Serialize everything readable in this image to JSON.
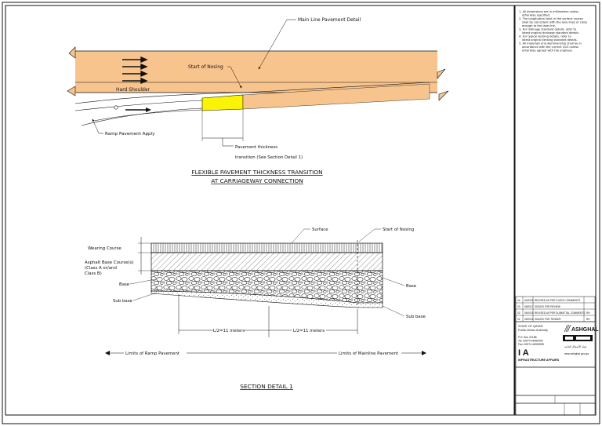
{
  "plan_view": {
    "title_line1": "FLEXIBLE PAVEMENT THICKNESS TRANSITION",
    "title_line2": "AT CARRIAGEWAY CONNECTION",
    "callouts": {
      "main_line": "Main Line Pavement Detail",
      "start_nosing": "Start of Nosing",
      "hard_shoulder": "Hard Shoulder",
      "ramp_apply": "Ramp Pavement Apply",
      "thickness_line1": "Pavement thickness",
      "thickness_line2": "transition (See Section Detail 1)"
    }
  },
  "section_view": {
    "title": "SECTION DETAIL 1",
    "labels": {
      "surface": "Surface",
      "start_nosing": "Start of Nosing",
      "wearing_course": "Wearing Course",
      "asphalt_line1": "Asphalt Base Course(s)",
      "asphalt_line2": "(Class A or/and",
      "asphalt_line3": "Class B)",
      "base_left": "Base",
      "sub_base_left": "Sub base",
      "base_right": "Base",
      "sub_base_right": "Sub base",
      "dim_left": "L/2=11 meters",
      "dim_right": "L/2=11 meters",
      "limits_ramp": "Limits of Ramp Pavement",
      "limits_mainline": "Limits of Mainline Pavement"
    }
  },
  "notes": [
    "1. All dimensions are in millimeters unless",
    "otherwise specified.",
    "2. The longitudinal joint in the surface course",
    "shall be coincident with the lane lines or close",
    "enough to the lane line.",
    "3. For drainage standard details, refer to",
    "latest original drainage standard details.",
    "4. For typical kerbing details, refer to",
    "latest original kerbing standard details.",
    "5. All materials and workmanship shall be in",
    "accordance with the current QCS unless",
    "otherwise agreed with the engineer"
  ],
  "title_block": {
    "rev_rows": [
      {
        "rev": "04",
        "date": "04/2019",
        "desc": "REVISED AS PER CLIENT COMMENTS",
        "by": ""
      },
      {
        "rev": "03",
        "date": "08/2017",
        "desc": "ISSUED FOR REVIEW",
        "by": ""
      },
      {
        "rev": "02",
        "date": "09/2016",
        "desc": "REVISED AS PER SUBMITTAL COMMENTS",
        "by": "RH"
      },
      {
        "rev": "01",
        "date": "09/2016",
        "desc": "ISSUED FOR TENDER",
        "by": "RH"
      }
    ],
    "authority_line1": "STATE OF QATAR",
    "authority_line2": "Public Works Authority",
    "po_box": "P.O. Box 22188",
    "tel": "Tel: 00974 44950000",
    "fax": "Fax: 00974 44950999",
    "logo_letters": "I A",
    "dept": "INFRASTRUCTURE AFFAIRS",
    "ashghal_word": "ASHGHAL",
    "arabic_line": "هيئة الأشغال العامة",
    "website": "www.ashghal.gov.qa"
  },
  "colors": {
    "pavement": "#f8c48e",
    "nosing": "#fbf305",
    "line": "#111111"
  }
}
